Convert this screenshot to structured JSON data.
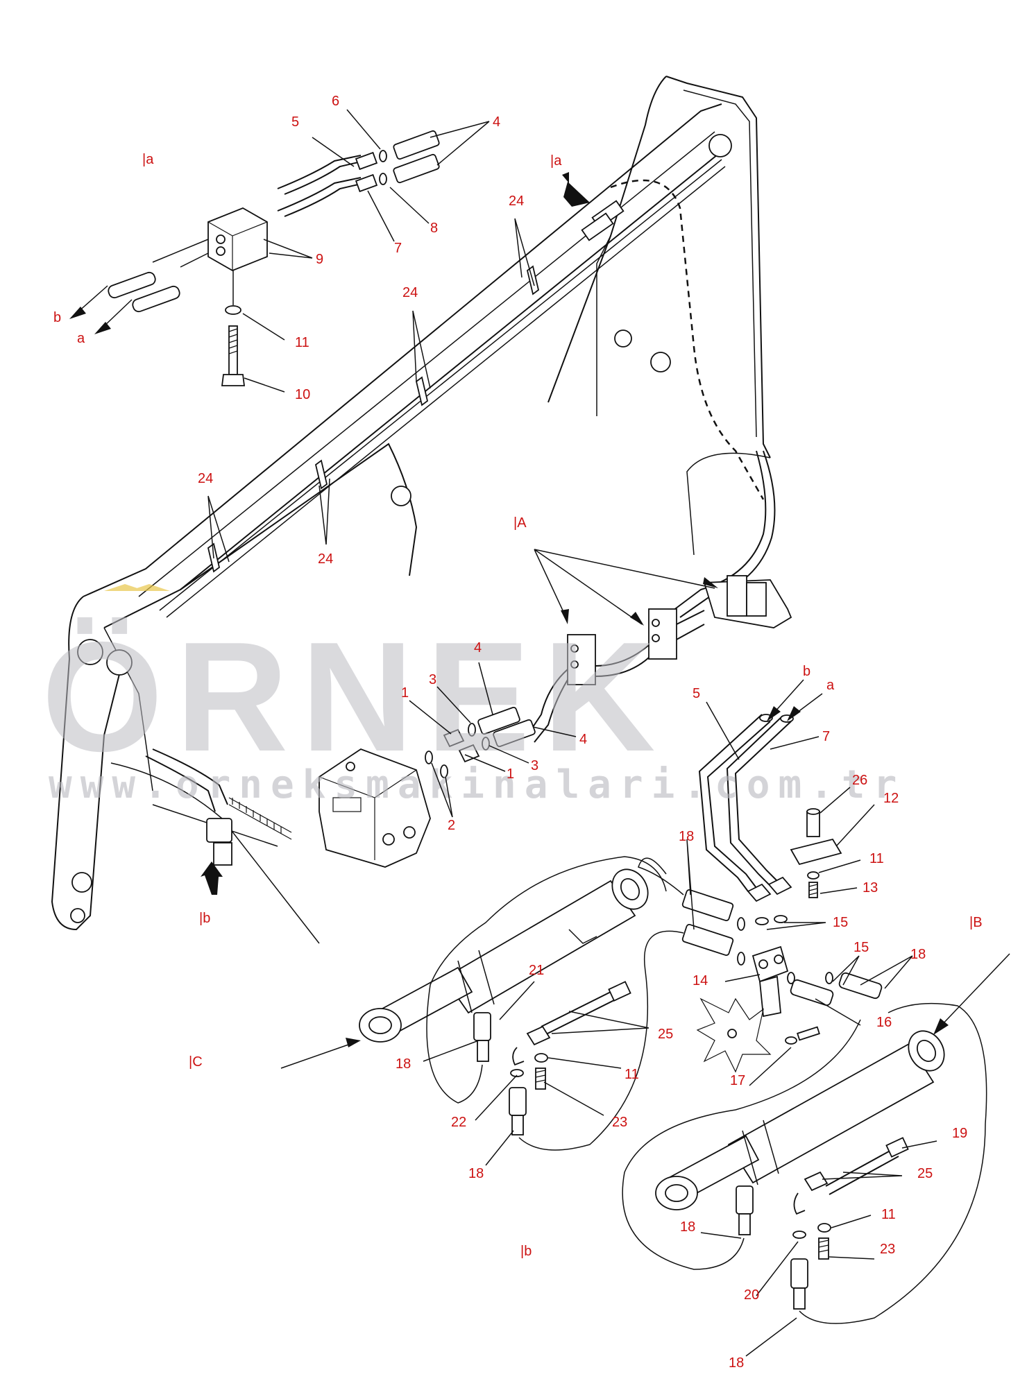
{
  "watermark": {
    "logo_text": "ÖRNEK",
    "website": "www.orneksmakinalari.com.tr"
  },
  "references": {
    "top_left": "|a",
    "top_middle": "|a",
    "A": "|A",
    "b_left": "|b",
    "B": "|B",
    "C": "|C",
    "b_bottom": "|b"
  },
  "callouts": {
    "p1a": "1",
    "p1b": "1",
    "p2": "2",
    "p3a": "3",
    "p3b": "3",
    "p4a": "4",
    "p4b": "4",
    "p4c": "4",
    "p5a": "5",
    "p5b": "5",
    "p6": "6",
    "p7a": "7",
    "p7b": "7",
    "p8": "8",
    "p9": "9",
    "p10": "10",
    "p11a": "11",
    "p11b": "11",
    "p11c": "11",
    "p11d": "11",
    "p12": "12",
    "p13": "13",
    "p14": "14",
    "p15a": "15",
    "p15b": "15",
    "p16": "16",
    "p17": "17",
    "p18a": "18",
    "p18b": "18",
    "p18c": "18",
    "p18d": "18",
    "p18e": "18",
    "p18f": "18",
    "p19": "19",
    "p20": "20",
    "p21": "21",
    "p22": "22",
    "p23a": "23",
    "p23b": "23",
    "p24a": "24",
    "p24b": "24",
    "p24c": "24",
    "p24d": "24",
    "p25a": "25",
    "p25b": "25",
    "p26": "26",
    "arrow_b_left": "b",
    "arrow_a_left": "a",
    "arrow_b_mid": "b",
    "arrow_a_mid": "a"
  },
  "colors": {
    "callout": "#cc1111",
    "line": "#111111",
    "watermark": "#bdbdc3"
  }
}
